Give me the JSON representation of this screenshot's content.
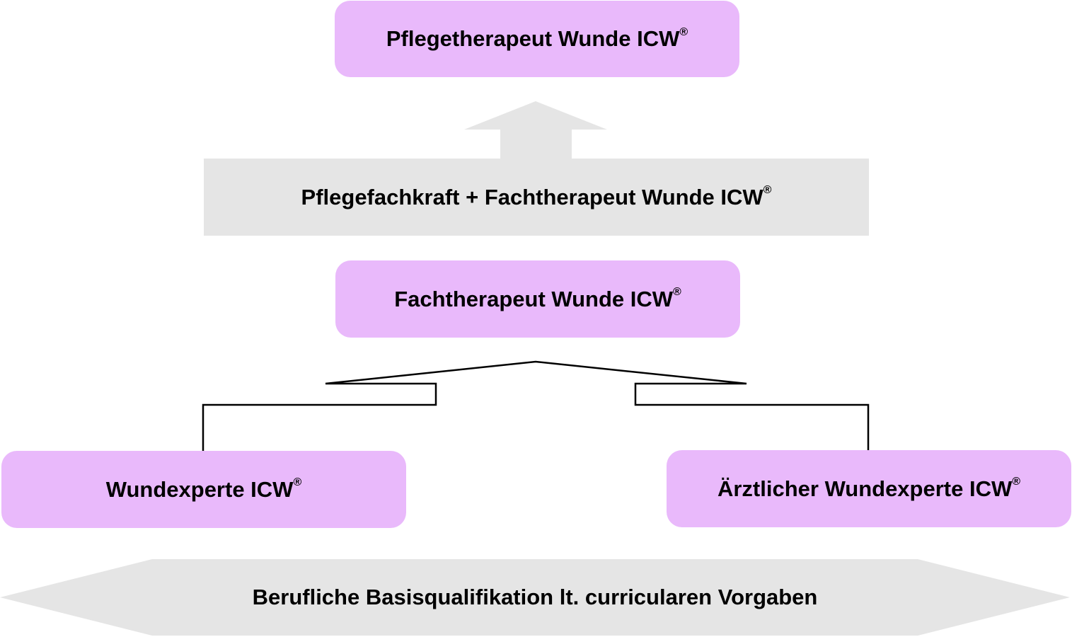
{
  "colors": {
    "box_fill": "#e9b9fb",
    "band_fill": "#e5e5e5",
    "line": "#000000"
  },
  "nodes": {
    "top": {
      "label": "Pflegetherapeut Wunde ICW",
      "mark": "®"
    },
    "band": {
      "label": "Pflegefachkraft + Fachtherapeut Wunde ICW",
      "mark": "®"
    },
    "middle": {
      "label": "Fachtherapeut Wunde ICW",
      "mark": "®"
    },
    "left": {
      "label": "Wundexperte ICW",
      "mark": "®"
    },
    "right": {
      "label": "Ärztlicher Wundexperte ICW",
      "mark": "®"
    },
    "base": {
      "label": "Berufliche Basisqualifikation lt. curricularen Vorgaben"
    }
  }
}
